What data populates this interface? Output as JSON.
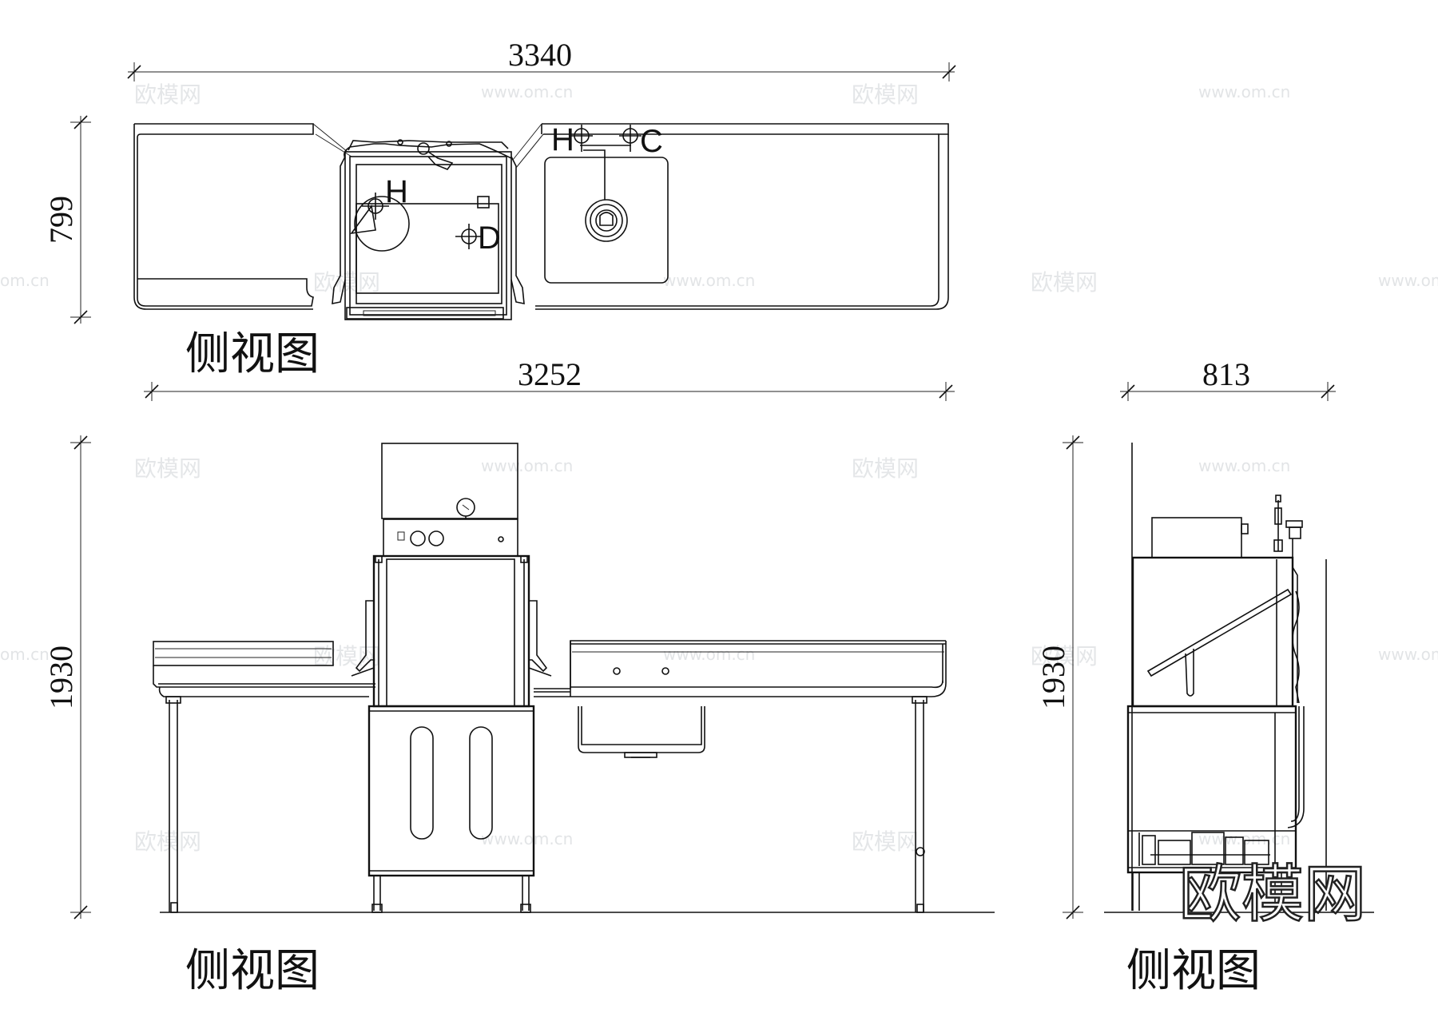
{
  "dimensions": {
    "plan_width": "3340",
    "plan_depth": "799",
    "front_width": "3252",
    "front_height": "1930",
    "side_width": "813",
    "side_height": "1930"
  },
  "labels": {
    "plan_caption": "侧视图",
    "front_caption": "侧视图",
    "side_caption": "侧视图",
    "hot_inlet_1": "H",
    "hot_inlet_2": "H",
    "cold_inlet": "C",
    "drain": "D"
  },
  "watermark": {
    "brand": "欧模网",
    "url": "www.om.cn",
    "url_short": "om.cn"
  }
}
